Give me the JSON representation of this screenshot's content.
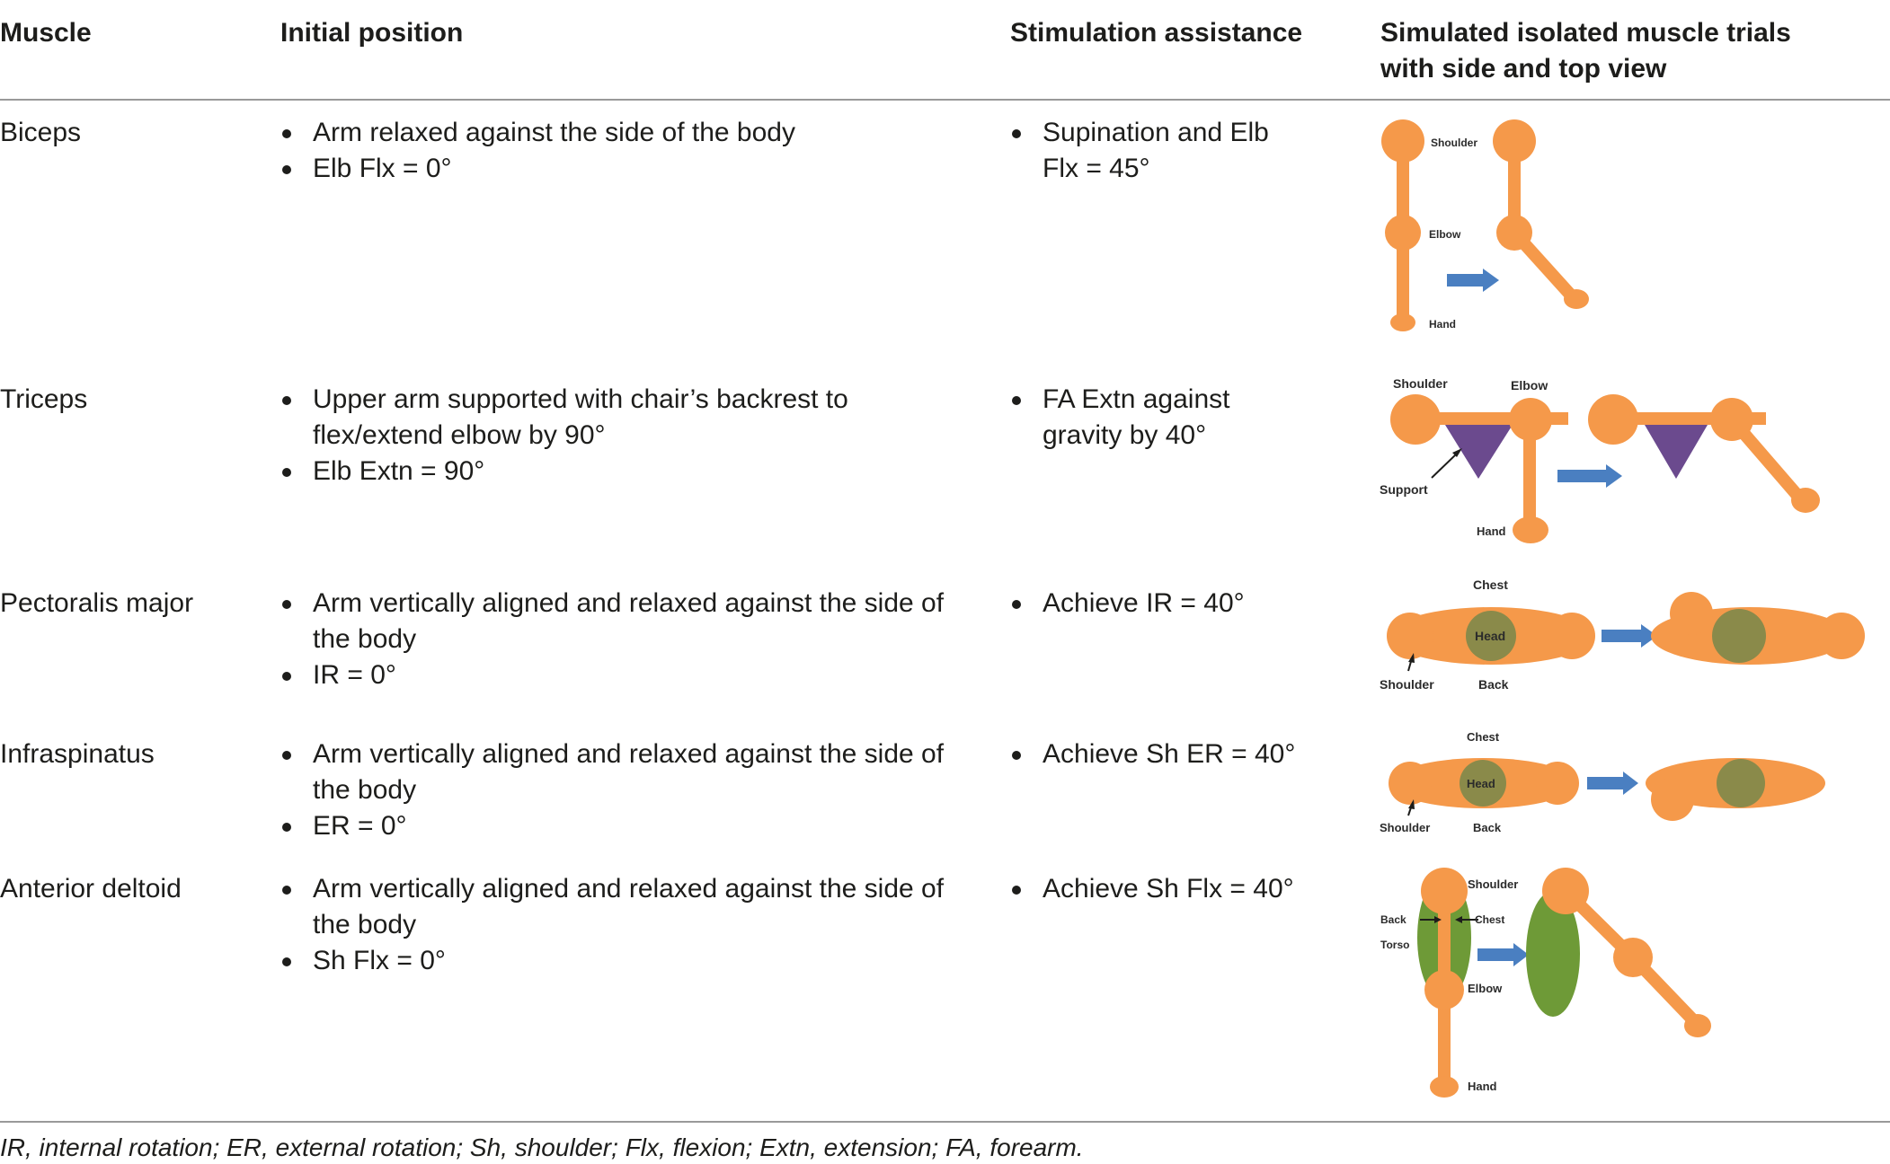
{
  "table": {
    "headers": {
      "muscle": "Muscle",
      "initial": "Initial position",
      "stimulation": "Stimulation assistance",
      "simulated": "Simulated isolated muscle trials with side and top view"
    },
    "rows": [
      {
        "muscle": "Biceps",
        "initial": [
          "Arm relaxed against the side of the body",
          "Elb Flx = 0°"
        ],
        "stimulation": [
          "Supination and Elb Flx = 45°"
        ],
        "figure_labels": {
          "shoulder": "Shoulder",
          "elbow": "Elbow",
          "hand": "Hand"
        }
      },
      {
        "muscle": "Triceps",
        "initial": [
          "Upper arm supported with chair’s backrest to flex/extend elbow by 90°",
          "Elb Extn = 90°"
        ],
        "stimulation": [
          "FA Extn against gravity by 40°"
        ],
        "figure_labels": {
          "shoulder": "Shoulder",
          "elbow": "Elbow",
          "support": "Support",
          "hand": "Hand"
        }
      },
      {
        "muscle": "Pectoralis major",
        "initial": [
          "Arm vertically aligned and relaxed against the side of the body",
          "IR = 0°"
        ],
        "stimulation": [
          "Achieve IR = 40°"
        ],
        "figure_labels": {
          "chest": "Chest",
          "head": "Head",
          "shoulder": "Shoulder",
          "back": "Back"
        }
      },
      {
        "muscle": "Infraspinatus",
        "initial": [
          "Arm vertically aligned and relaxed against the side of the body",
          "ER = 0°"
        ],
        "stimulation": [
          "Achieve Sh ER = 40°"
        ],
        "figure_labels": {
          "chest": "Chest",
          "head": "Head",
          "shoulder": "Shoulder",
          "back": "Back"
        }
      },
      {
        "muscle": "Anterior deltoid",
        "initial": [
          "Arm vertically aligned and relaxed against the side of the body",
          "Sh Flx = 0°"
        ],
        "stimulation": [
          "Achieve Sh Flx = 40°"
        ],
        "figure_labels": {
          "shoulder": "Shoulder",
          "back": "Back",
          "chest": "Chest",
          "torso": "Torso",
          "elbow": "Elbow",
          "hand": "Hand"
        }
      }
    ],
    "footnote": "IR, internal rotation; ER, external rotation; Sh, shoulder; Flx, flexion; Extn, extension; FA, forearm."
  },
  "colors": {
    "limb": "#f5994a",
    "arrow": "#4a7fc1",
    "support": "#6b4a8e",
    "torso": "#6e9a37",
    "head": "#8a8a4a",
    "rule": "#999999"
  }
}
